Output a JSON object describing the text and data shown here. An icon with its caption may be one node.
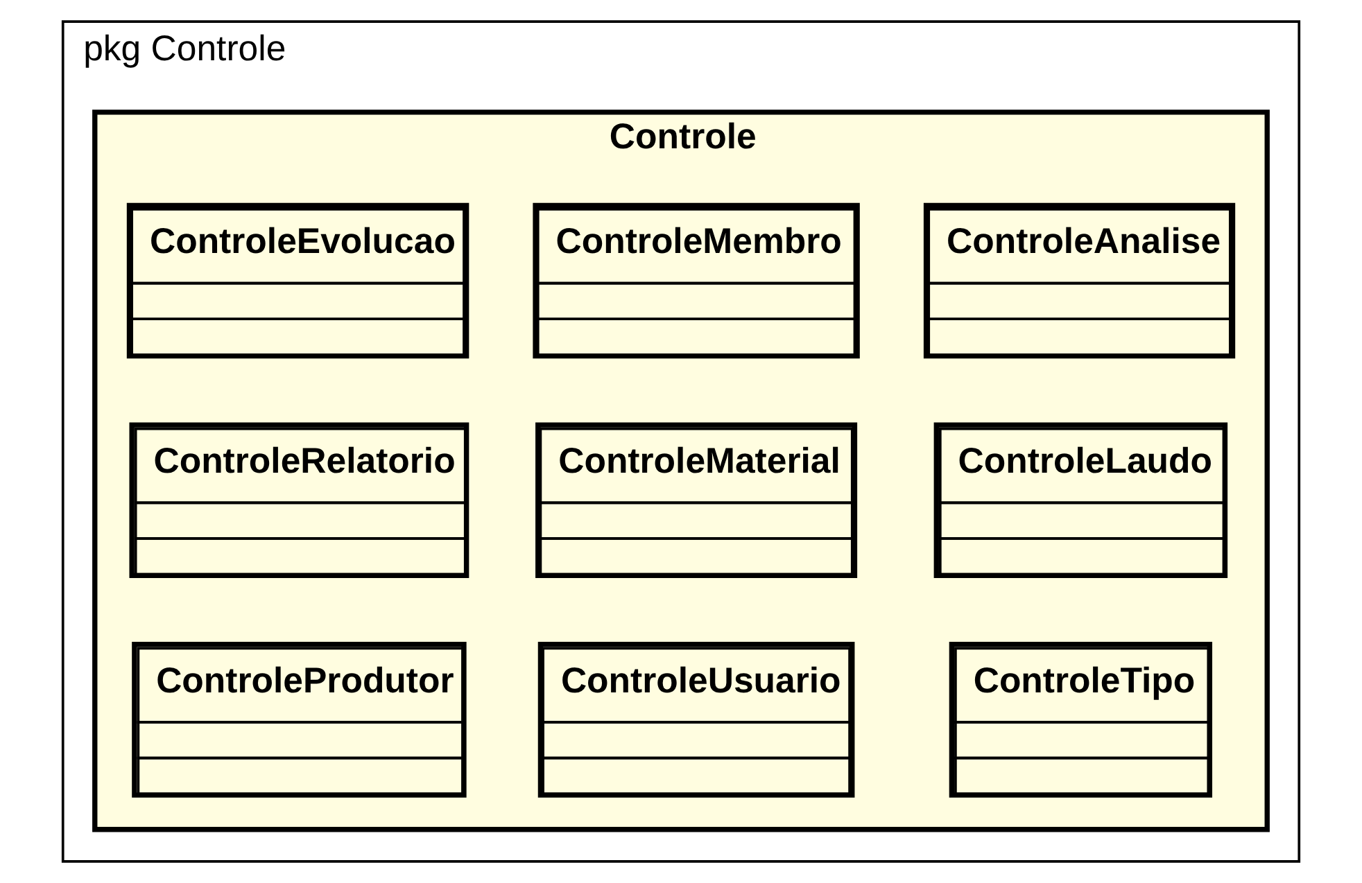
{
  "diagram": {
    "nodes": [
      {
        "text": [
          "pkg Controle"
        ]
      },
      {
        "text": [
          "Controle"
        ],
        "in": 0
      },
      {
        "text": [
          "ControleMembro"
        ],
        "in": 1
      },
      {
        "text": [
          "ControleProdutor"
        ],
        "in": 1
      },
      {
        "text": [
          "ControleLaudo"
        ],
        "in": 1
      },
      {
        "text": [
          "ControleRelatorio"
        ],
        "in": 1
      },
      {
        "text": [
          "ControleAnalise"
        ],
        "in": 1
      },
      {
        "text": [
          "ControleEvolucao"
        ],
        "in": 1
      },
      {
        "text": [
          "ControleUsuario"
        ],
        "in": 1
      },
      {
        "text": [
          "ControleMaterial"
        ],
        "in": 1
      },
      {
        "text": [
          "ControleTipo"
        ],
        "in": 1
      }
    ],
    "edges": []
  }
}
